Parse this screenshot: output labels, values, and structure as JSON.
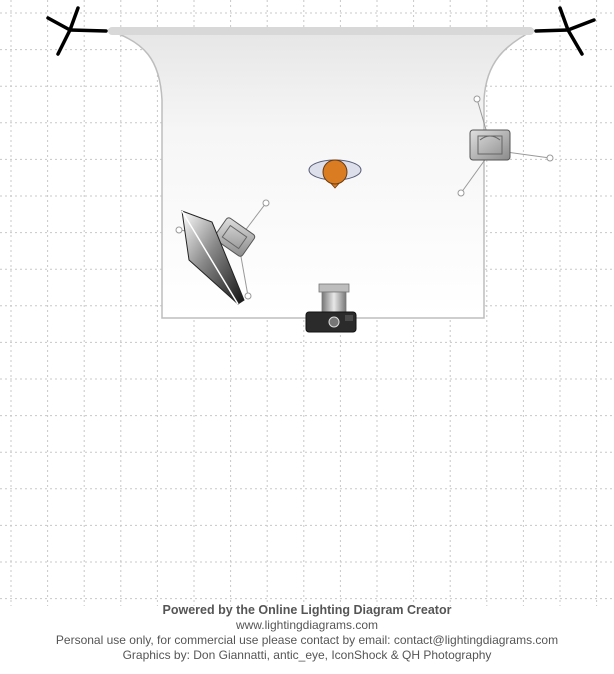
{
  "diagram": {
    "elements": [
      {
        "name": "background-stand-left",
        "icon": "c-stand-icon"
      },
      {
        "name": "background-stand-right",
        "icon": "c-stand-icon"
      },
      {
        "name": "seamless-backdrop",
        "icon": "backdrop-icon"
      },
      {
        "name": "subject",
        "icon": "person-top-view-icon"
      },
      {
        "name": "key-light-softbox",
        "icon": "softbox-strobe-icon"
      },
      {
        "name": "background-light",
        "icon": "strobe-icon"
      },
      {
        "name": "camera",
        "icon": "camera-icon"
      }
    ],
    "colors": {
      "grid": "#c8c8c8",
      "backdrop_edge": "#bdbdbd",
      "subject_skin": "#d97c22",
      "stand": "#000000",
      "light_body": "#9a9a9a"
    }
  },
  "credits": {
    "line1": "Powered by the Online Lighting Diagram Creator",
    "line2": "www.lightingdiagrams.com",
    "line3": "Personal use only, for commercial use please contact by email: contact@lightingdiagrams.com",
    "line4": "Graphics by: Don Giannatti, antic_eye, IconShock & QH Photography"
  }
}
